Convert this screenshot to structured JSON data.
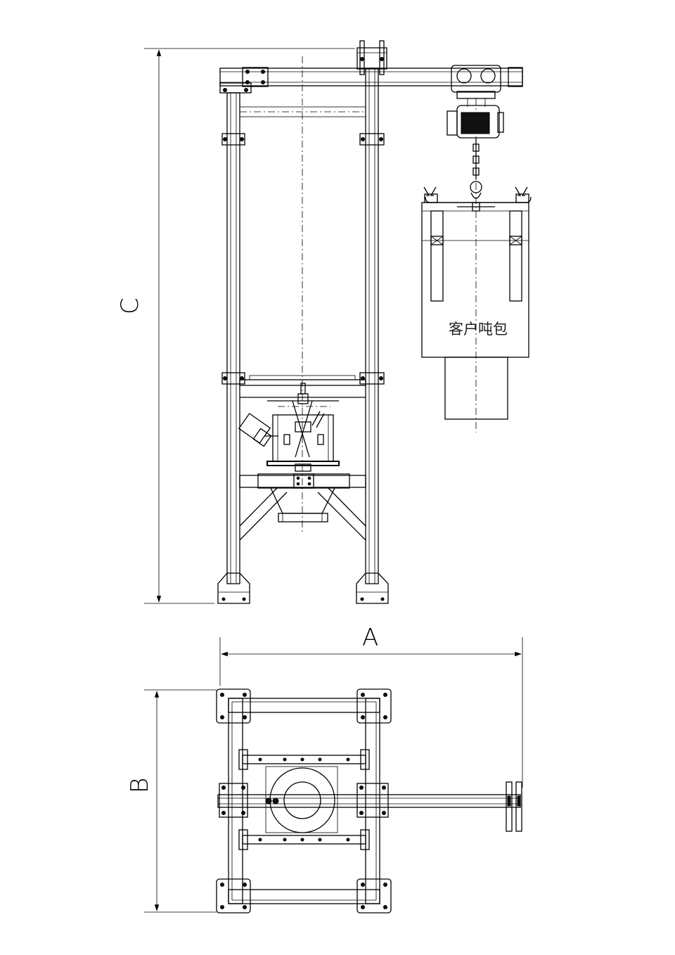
{
  "dimensions": {
    "width_label": "A",
    "depth_label": "B",
    "height_label": "C"
  },
  "bag_label": "客户吨包"
}
